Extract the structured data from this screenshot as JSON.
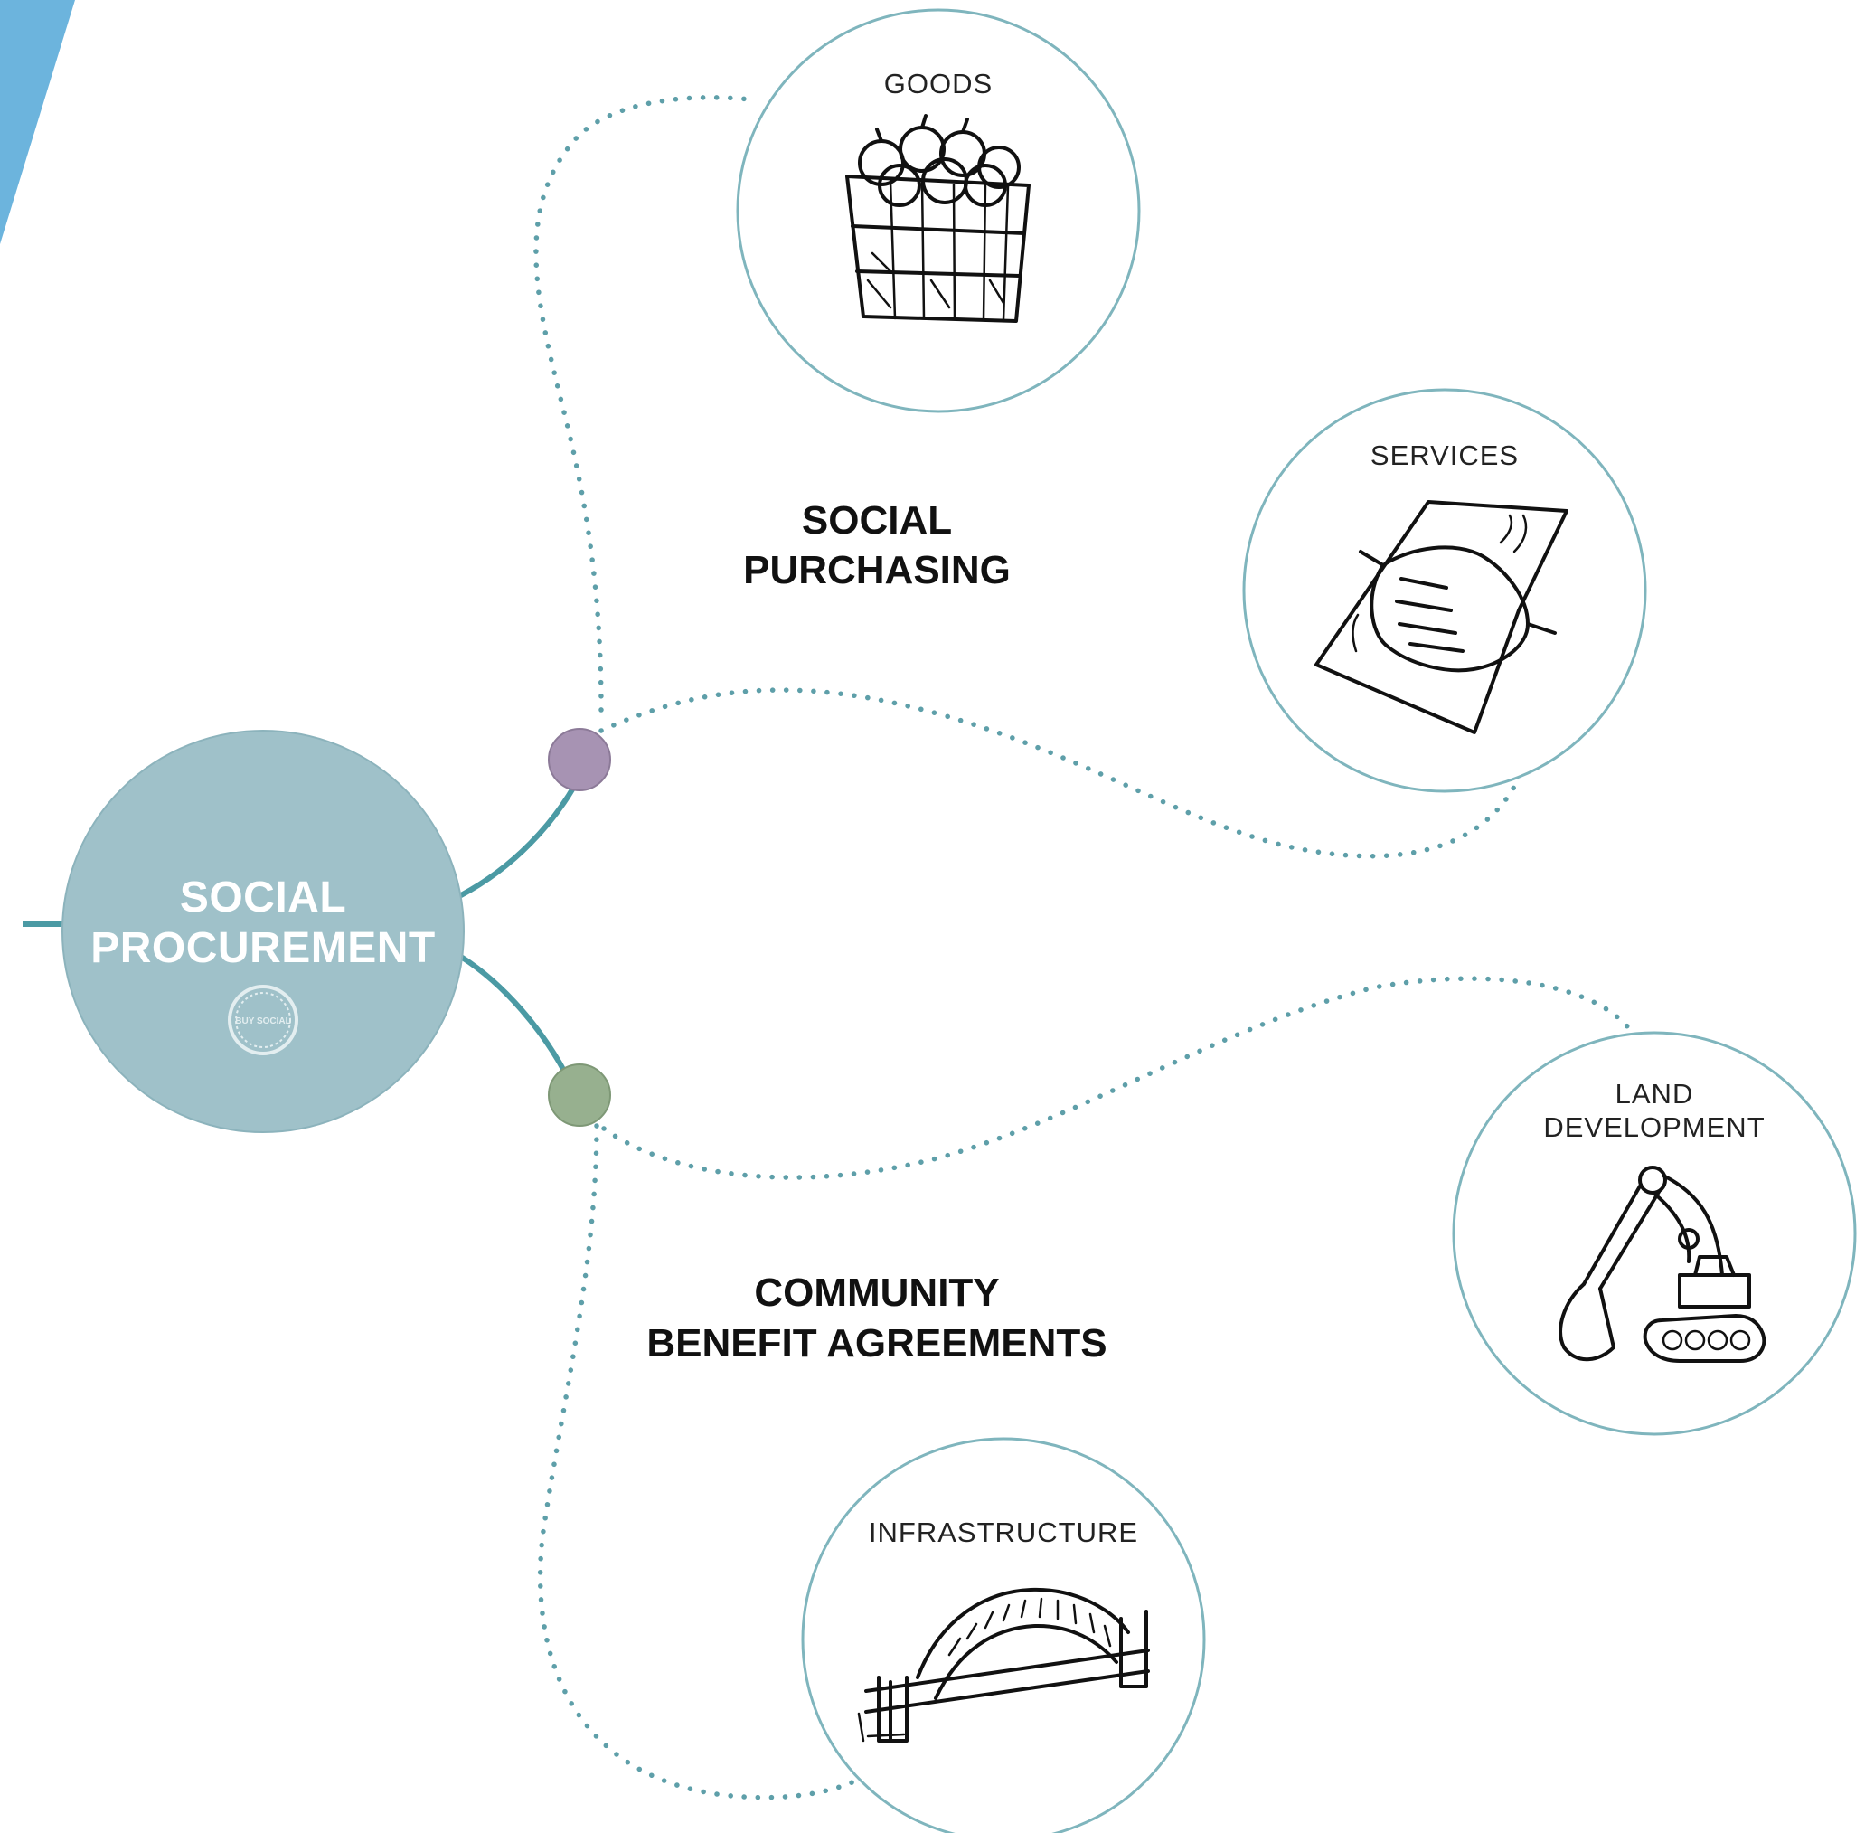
{
  "hub": {
    "line1": "SOCIAL",
    "line2": "PROCUREMENT",
    "badge_text": "BUY SOCIAL",
    "color": "#9fc1c9"
  },
  "branches": [
    {
      "line1": "SOCIAL",
      "line2": "PURCHASING",
      "dot_color": "#a793b3",
      "children": [
        {
          "label": "GOODS",
          "icon": "basket-of-apples-icon"
        },
        {
          "label": "SERVICES",
          "icon": "handshake-over-contract-icon"
        }
      ]
    },
    {
      "line1": "COMMUNITY",
      "line2": "BENEFIT AGREEMENTS",
      "dot_color": "#97b08f",
      "children": [
        {
          "label_line1": "LAND",
          "label_line2": "DEVELOPMENT",
          "icon": "excavator-icon"
        },
        {
          "label": "INFRASTRUCTURE",
          "icon": "arch-bridge-icon"
        }
      ]
    }
  ],
  "colors": {
    "connector": "#4b9aa4",
    "dotted_path": "#5e9fa9",
    "node_border": "#7fb5bd",
    "corner_accent": "#6cb4dd"
  }
}
